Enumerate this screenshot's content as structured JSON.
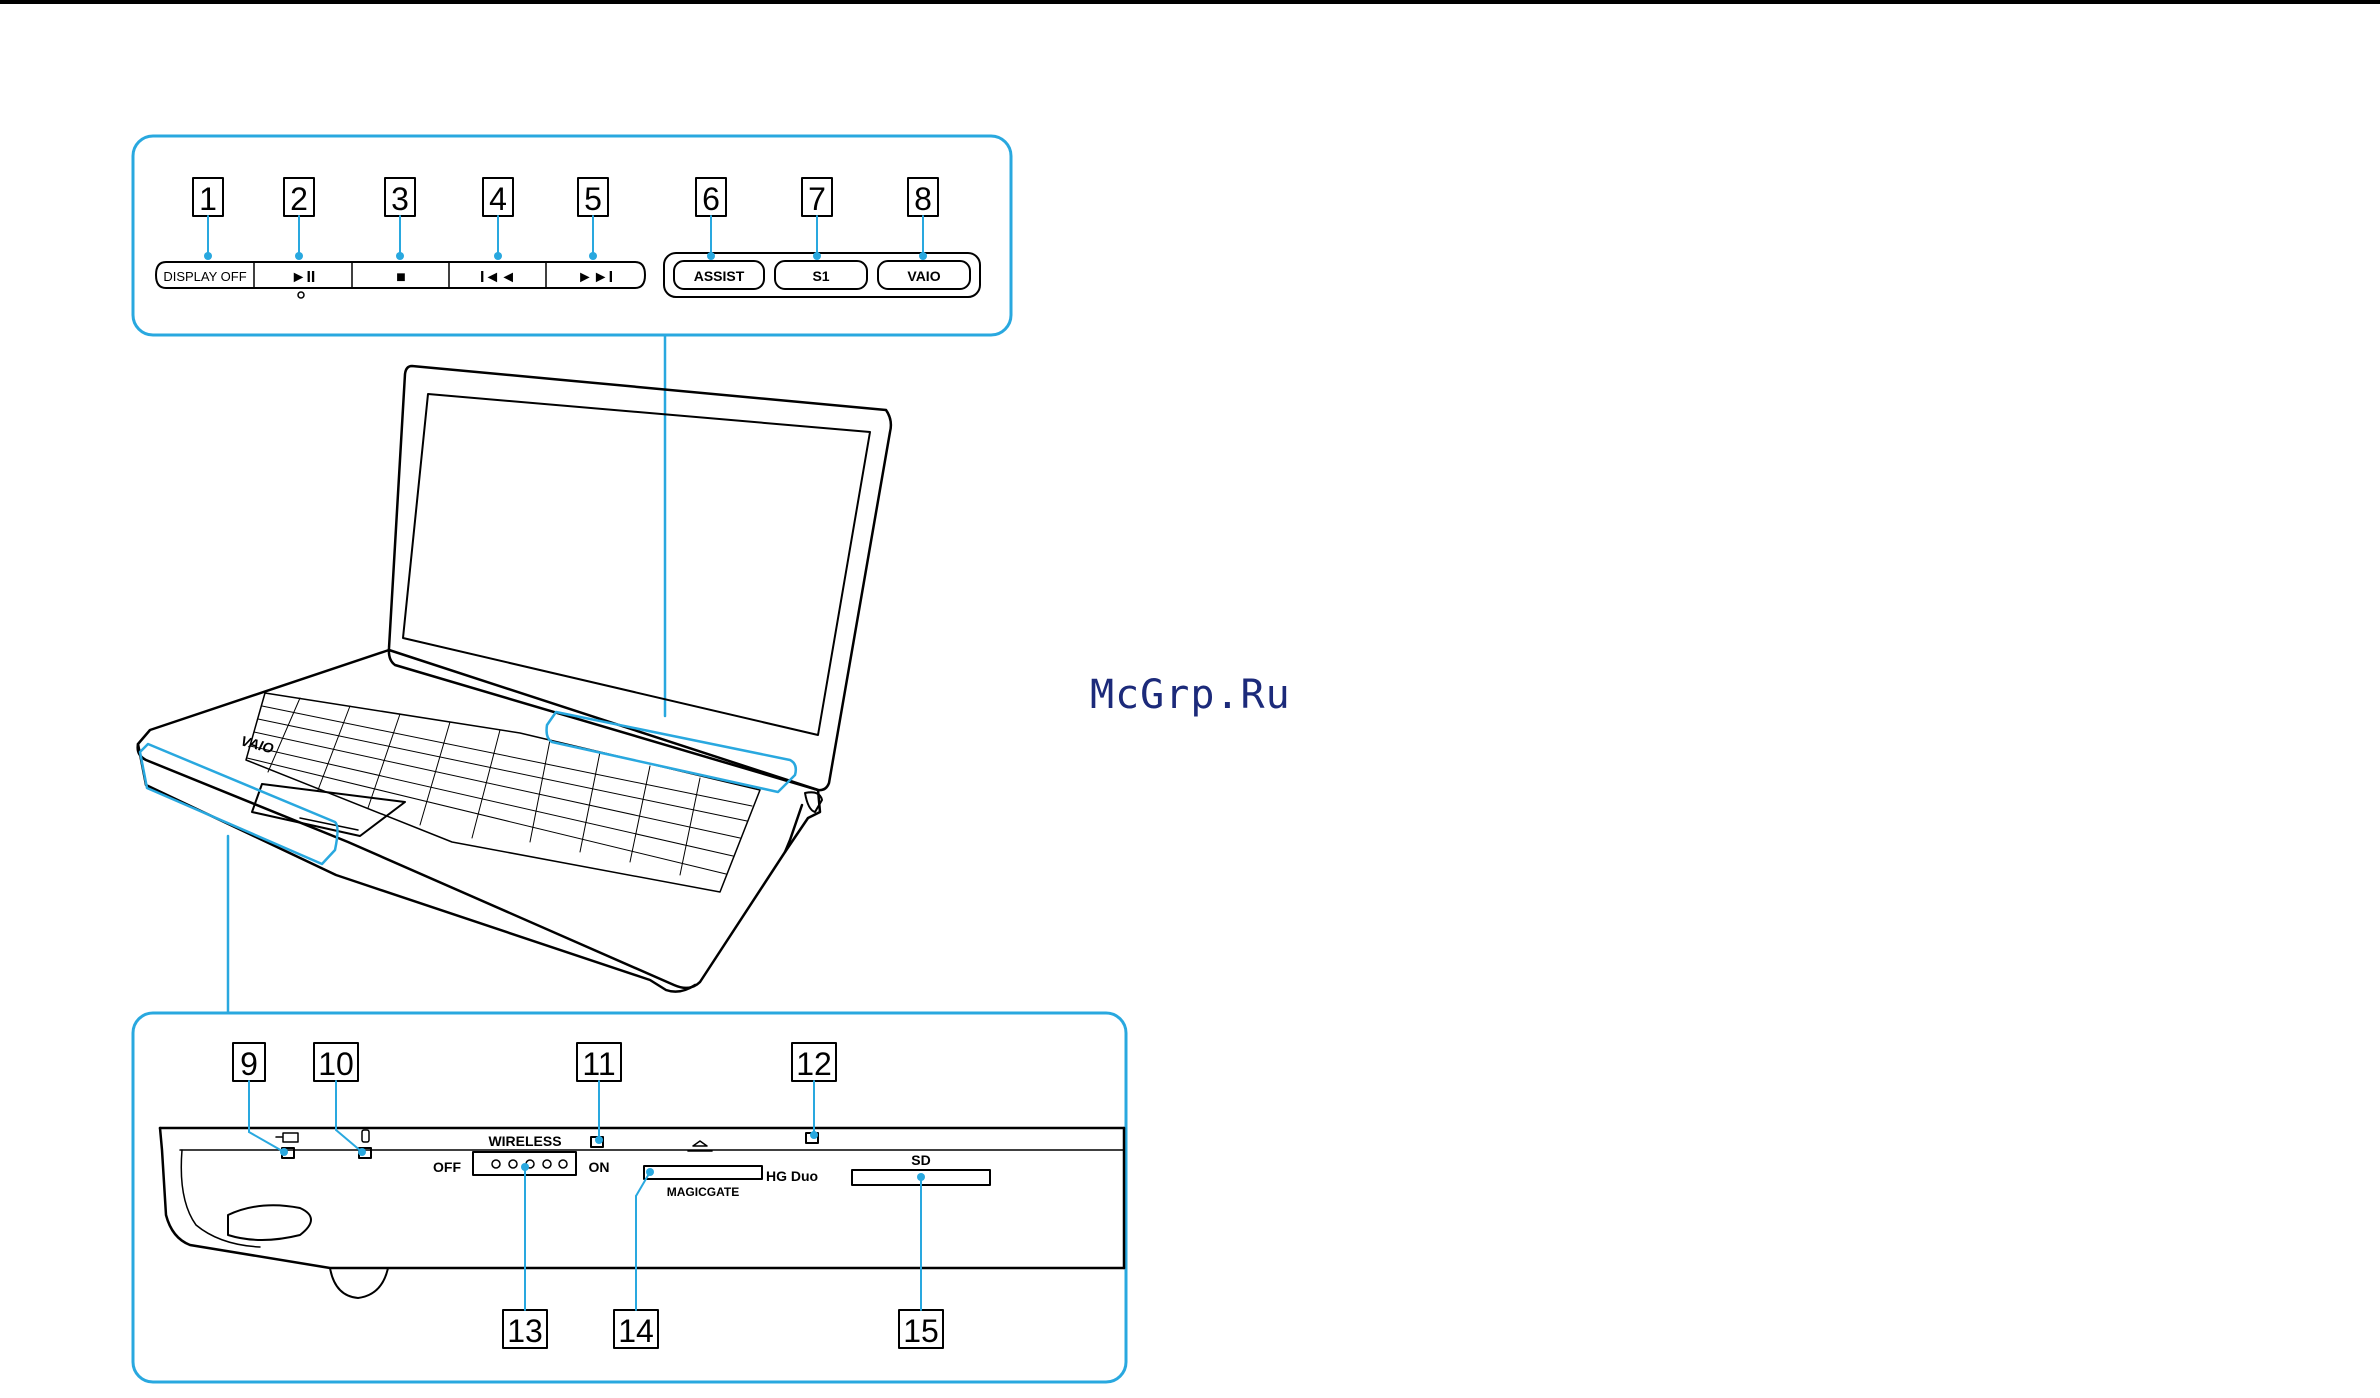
{
  "callouts": [
    "1",
    "2",
    "3",
    "4",
    "5",
    "6",
    "7",
    "8",
    "9",
    "10",
    "11",
    "12",
    "13",
    "14",
    "15"
  ],
  "top_panel": {
    "media_buttons": [
      "DISPLAY OFF",
      "►II",
      "■",
      "I◄◄",
      "►►I"
    ],
    "assist_buttons": [
      "ASSIST",
      "S1",
      "VAIO"
    ]
  },
  "bottom_panel": {
    "wireless_label": "WIRELESS",
    "off_label": "OFF",
    "on_label": "ON",
    "magicgate_label": "MAGICGATE",
    "hg_duo_label": "HG Duo",
    "sd_label": "SD"
  },
  "logo_text": "VAIO",
  "watermark": "McGrp.Ru",
  "colors": {
    "highlight": "#29a8df",
    "line": "#000000",
    "watermark": "#1c2a7a"
  }
}
